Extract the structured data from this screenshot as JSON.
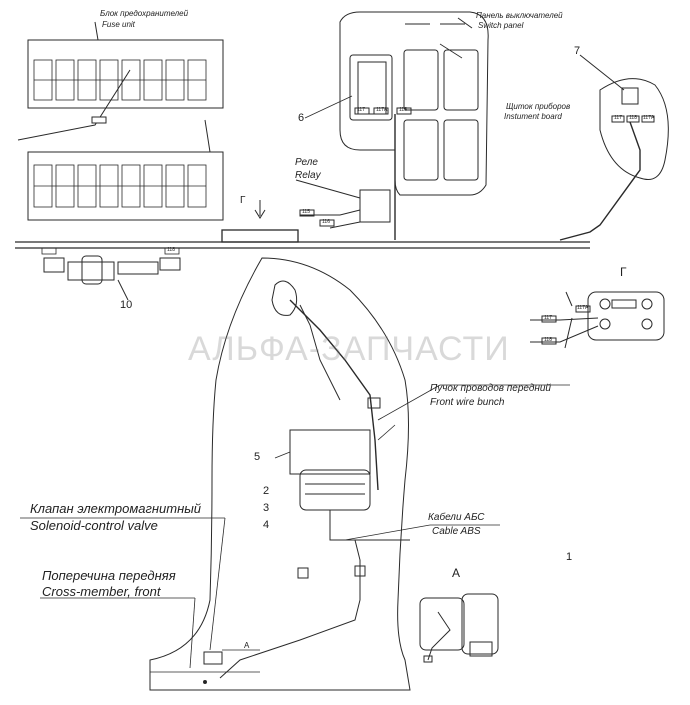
{
  "labels": {
    "fuse_unit_ru": "Блок предохранителей",
    "fuse_unit_en": "Fuse unit",
    "switch_panel_ru": "Панель выключателей",
    "switch_panel_en": "Switch panel",
    "instrument_board_ru": "Щиток приборов",
    "instrument_board_en": "Instument board",
    "relay_ru": "Реле",
    "relay_en": "Relay",
    "front_wire_bunch_ru": "Пучок проводов передний",
    "front_wire_bunch_en": "Front wire bunch",
    "cable_abs_ru": "Кабели АБС",
    "cable_abs_en": "Cable ABS",
    "solenoid_valve_ru": "Клапан электромагнитный",
    "solenoid_valve_en": "Solenoid-control valve",
    "cross_member_ru": "Поперечина передняя",
    "cross_member_en": "Cross-member, front",
    "view_g_arrow": "Г",
    "view_g_title": "Г",
    "view_a_title": "А",
    "view_a_marker": "А"
  },
  "callouts": [
    "1",
    "2",
    "3",
    "4",
    "5",
    "6",
    "7",
    "10"
  ],
  "wire_tags": [
    "117",
    "117А",
    "118",
    "115",
    "116",
    "117",
    "118",
    "117А",
    "118",
    "117",
    "118",
    "117А"
  ],
  "watermark": "АЛЬФА-ЗАПЧАСТИ"
}
